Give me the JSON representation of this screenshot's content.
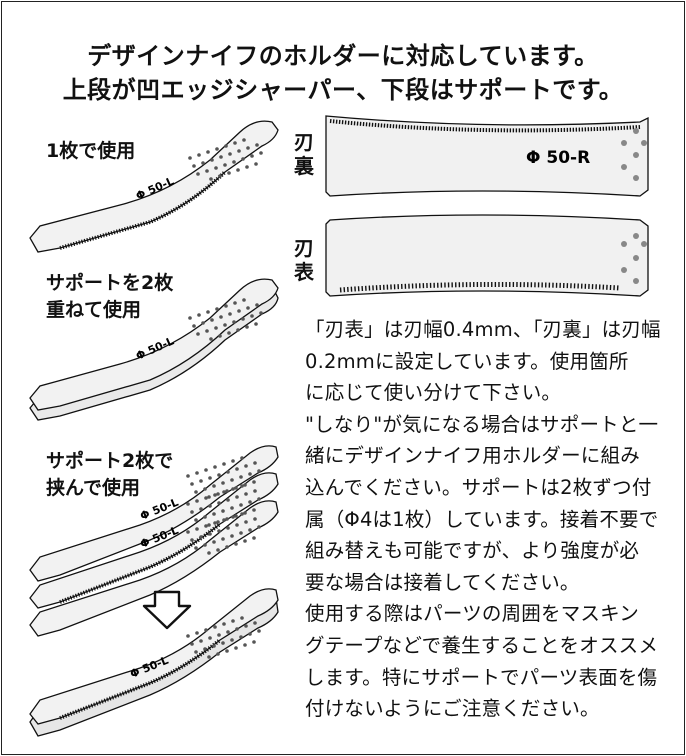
{
  "title": {
    "line1": "デザインナイフのホルダーに対応しています。",
    "line2": "上段が凹エッジシャーパー、下段はサポートです。"
  },
  "left_labels": {
    "one_sheet": "1枚で使用",
    "stack_line1": "サポートを2枚",
    "stack_line2": "重ねて使用",
    "sandwich_line1": "サポート2枚で",
    "sandwich_line2": "挟んで使用"
  },
  "blade_labels": {
    "back": "刃裏",
    "front": "刃表",
    "model": "Φ 50-R",
    "part_marking": "Φ 50-L"
  },
  "description": [
    "「刃表」は刃幅0.4mm、「刃裏」は刃幅",
    "0.2mmに設定しています。使用箇所",
    "に応じて使い分けて下さい。",
    "\"しなり\"が気になる場合はサポートと一",
    "緒にデザインナイフ用ホルダーに組み",
    "込んでください。サポートは2枚ずつ付",
    "属（Φ4は1枚）しています。接着不要で",
    "組み替えも可能ですが、より強度が必",
    "要な場合は接着してください。",
    "使用する際はパーツの周囲をマスキン",
    "グテープなどで養生することをオススメ",
    "します。特にサポートでパーツ表面を傷",
    "付けないようにご注意ください。"
  ]
}
